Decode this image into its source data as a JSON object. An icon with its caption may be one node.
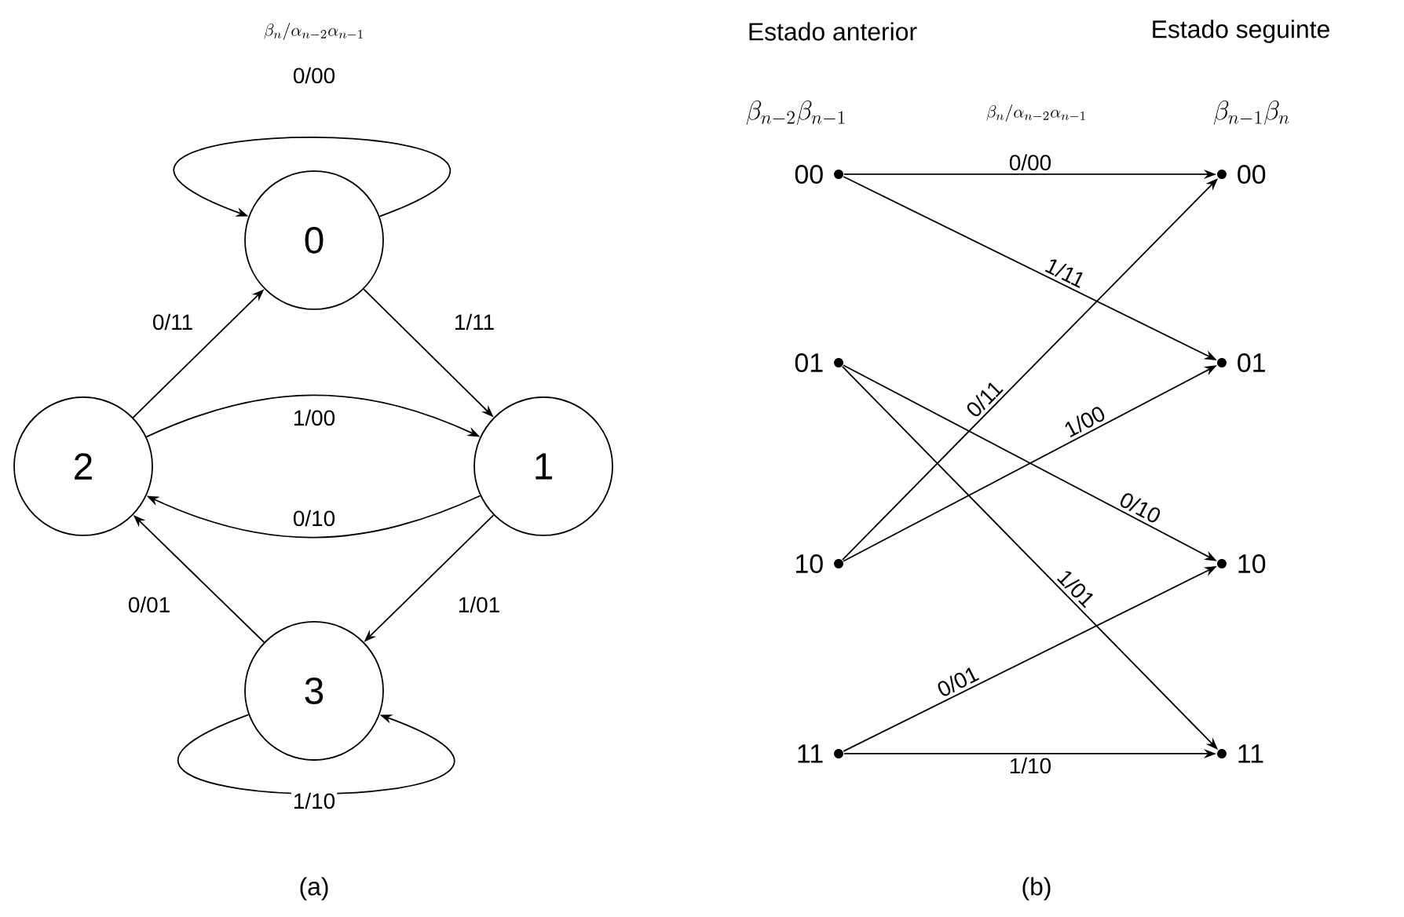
{
  "diagram": {
    "nodes": [
      {
        "text": [
          "0"
        ]
      },
      {
        "text": [
          "1"
        ]
      },
      {
        "text": [
          "2"
        ]
      },
      {
        "text": [
          "3"
        ]
      },
      {
        "text": [],
        "shape": "dot",
        "beside": [
          "00"
        ]
      },
      {
        "text": [],
        "shape": "dot",
        "beside": [
          "01"
        ]
      },
      {
        "text": [],
        "shape": "dot",
        "beside": [
          "10"
        ]
      },
      {
        "text": [],
        "shape": "dot",
        "beside": [
          "11"
        ]
      },
      {
        "text": [],
        "shape": "dot",
        "beside": [
          "00"
        ]
      },
      {
        "text": [],
        "shape": "dot",
        "beside": [
          "01"
        ]
      },
      {
        "text": [],
        "shape": "dot",
        "beside": [
          "10"
        ]
      },
      {
        "text": [],
        "shape": "dot",
        "beside": [
          "11"
        ]
      }
    ],
    "edges": [
      {
        "from": 0,
        "to": 0,
        "arrow": "to",
        "label": "0/00"
      },
      {
        "from": 2,
        "to": 0,
        "arrow": "to",
        "label": "0/11"
      },
      {
        "from": 0,
        "to": 1,
        "arrow": "to",
        "label": "1/11"
      },
      {
        "from": 2,
        "to": 1,
        "arrow": "to",
        "label": "1/00"
      },
      {
        "from": 1,
        "to": 2,
        "arrow": "to",
        "label": "0/10"
      },
      {
        "from": 3,
        "to": 2,
        "arrow": "to",
        "label": "0/01"
      },
      {
        "from": 1,
        "to": 3,
        "arrow": "to",
        "label": "1/01"
      },
      {
        "from": 3,
        "to": 3,
        "arrow": "to",
        "label": "1/10"
      },
      {
        "from": 4,
        "to": 8,
        "arrow": "to",
        "label": "0/00"
      },
      {
        "from": 4,
        "to": 9,
        "arrow": "to",
        "label": "1/11"
      },
      {
        "from": 6,
        "to": 8,
        "arrow": "to",
        "label": "0/11"
      },
      {
        "from": 6,
        "to": 9,
        "arrow": "to",
        "label": "1/00"
      },
      {
        "from": 5,
        "to": 10,
        "arrow": "to",
        "label": "0/10"
      },
      {
        "from": 5,
        "to": 11,
        "arrow": "to",
        "label": "1/01"
      },
      {
        "from": 7,
        "to": 10,
        "arrow": "to",
        "label": "0/01"
      },
      {
        "from": 7,
        "to": 11,
        "arrow": "to",
        "label": "1/10"
      }
    ],
    "labels": [
      "\\beta_n / \\alpha_{n-2}\\alpha_{n-1}",
      "Estado anterior",
      "Estado seguinte",
      "\\beta_{n-2}\\beta_{n-1}",
      "\\beta_n / \\alpha_{n-2}\\alpha_{n-1}",
      "\\beta_{n-1}\\beta_n",
      "(a)",
      "(b)"
    ]
  }
}
